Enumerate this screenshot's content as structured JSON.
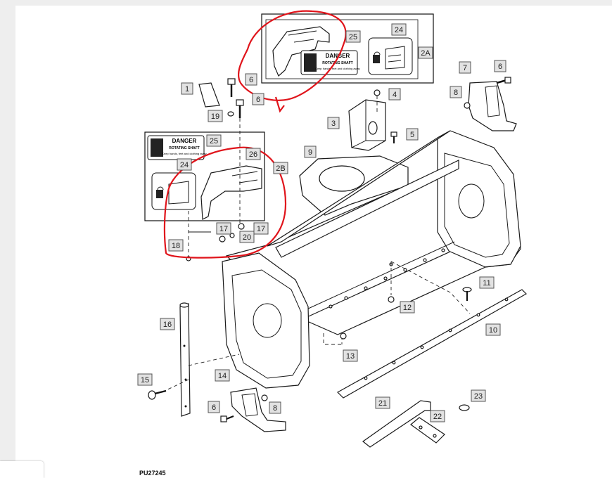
{
  "diagram": {
    "figure_code": "PU27245",
    "decal_title": "DANGER",
    "decal_subtitle": "ROTATING SHAFT",
    "decal_text": "Keep hands, feet and clothing away",
    "callouts": [
      "1",
      "2A",
      "2B",
      "3",
      "4",
      "5",
      "6",
      "7",
      "8",
      "9",
      "10",
      "11",
      "12",
      "13",
      "14",
      "15",
      "16",
      "17",
      "18",
      "19",
      "20",
      "21",
      "22",
      "23",
      "24",
      "25",
      "26"
    ]
  }
}
